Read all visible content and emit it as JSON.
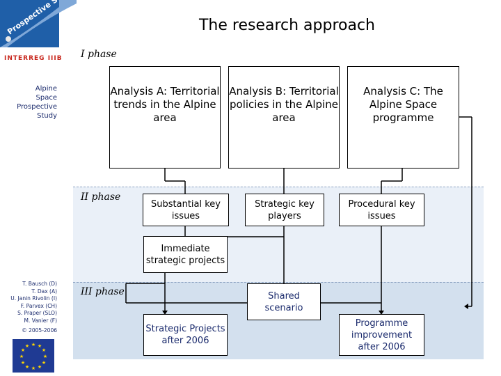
{
  "slide": {
    "title": "The research approach"
  },
  "sidebar": {
    "logo_text": "Prospective Study",
    "interreg": "INTERREG IIIB",
    "study_label": "Alpine\nSpace\nProspective\nStudy",
    "authors": "T. Bausch (D)\nT. Dax (A)\nU. Janin Rivolin (I)\nF. Parvex (CH)\nS. Praper (SLO)\nM. Vanier (F)",
    "copyright": "© 2005-2006"
  },
  "phases": {
    "p1": "I phase",
    "p2": "II phase",
    "p3": "III phase"
  },
  "boxes": {
    "analysis_a": "Analysis A: Territorial trends in the Alpine area",
    "analysis_b": "Analysis B: Territorial policies in the Alpine area",
    "analysis_c": "Analysis C: The Alpine Space programme",
    "key_issues": "Substantial key issues",
    "key_players": "Strategic key players",
    "procedural": "Procedural key issues",
    "immediate": "Immediate strategic projects",
    "shared": "Shared scenario",
    "strategic_projects": "Strategic Projects after 2006",
    "programme": "Programme improvement after 2006"
  },
  "colors": {
    "band2": "#eaf0f8",
    "band3": "#d3e0ee",
    "accent_text": "#1a2a6c",
    "logo_blue": "#1f5fa8"
  }
}
